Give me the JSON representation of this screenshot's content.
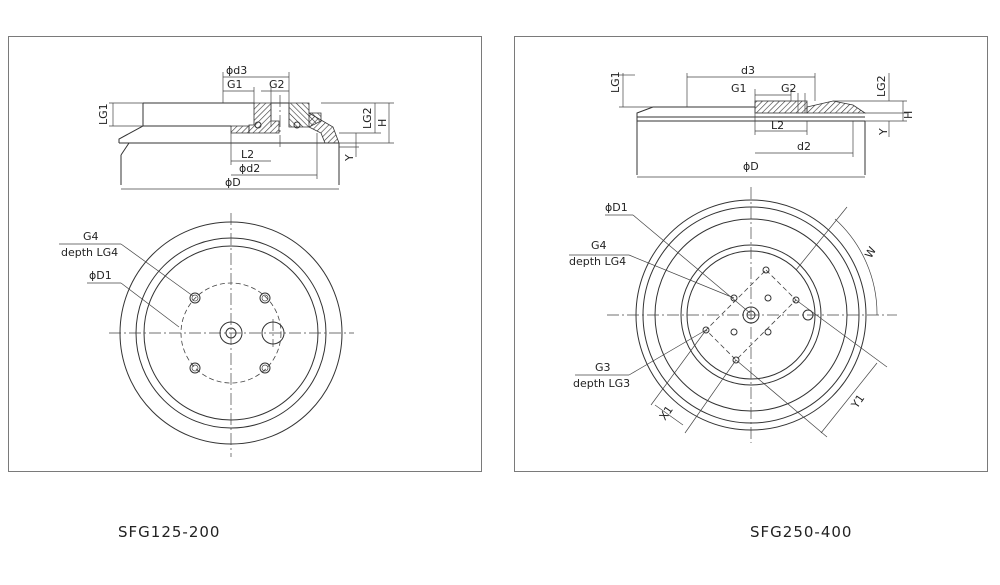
{
  "left": {
    "caption": "SFG125-200",
    "labels": {
      "d3": "ϕd3",
      "g1": "G1",
      "g2": "G2",
      "lg1": "LG1",
      "lg2": "LG2",
      "h": "H",
      "y": "Y",
      "l2": "L2",
      "d2": "ϕd2",
      "D": "ϕD",
      "g4": "G4",
      "depth_lg4": "depth LG4",
      "d1": "ϕD1"
    }
  },
  "right": {
    "caption": "SFG250-400",
    "labels": {
      "d3": "d3",
      "g1": "G1",
      "g2": "G2",
      "lg1": "LG1",
      "lg2": "LG2",
      "h": "H",
      "y": "Y",
      "l2": "L2",
      "d2": "d2",
      "D": "ϕD",
      "d1": "ϕD1",
      "g4": "G4",
      "depth_lg4": "depth LG4",
      "g3": "G3",
      "depth_lg3": "depth LG3",
      "w": "W",
      "x1": "X1",
      "y1": "Y1"
    }
  }
}
